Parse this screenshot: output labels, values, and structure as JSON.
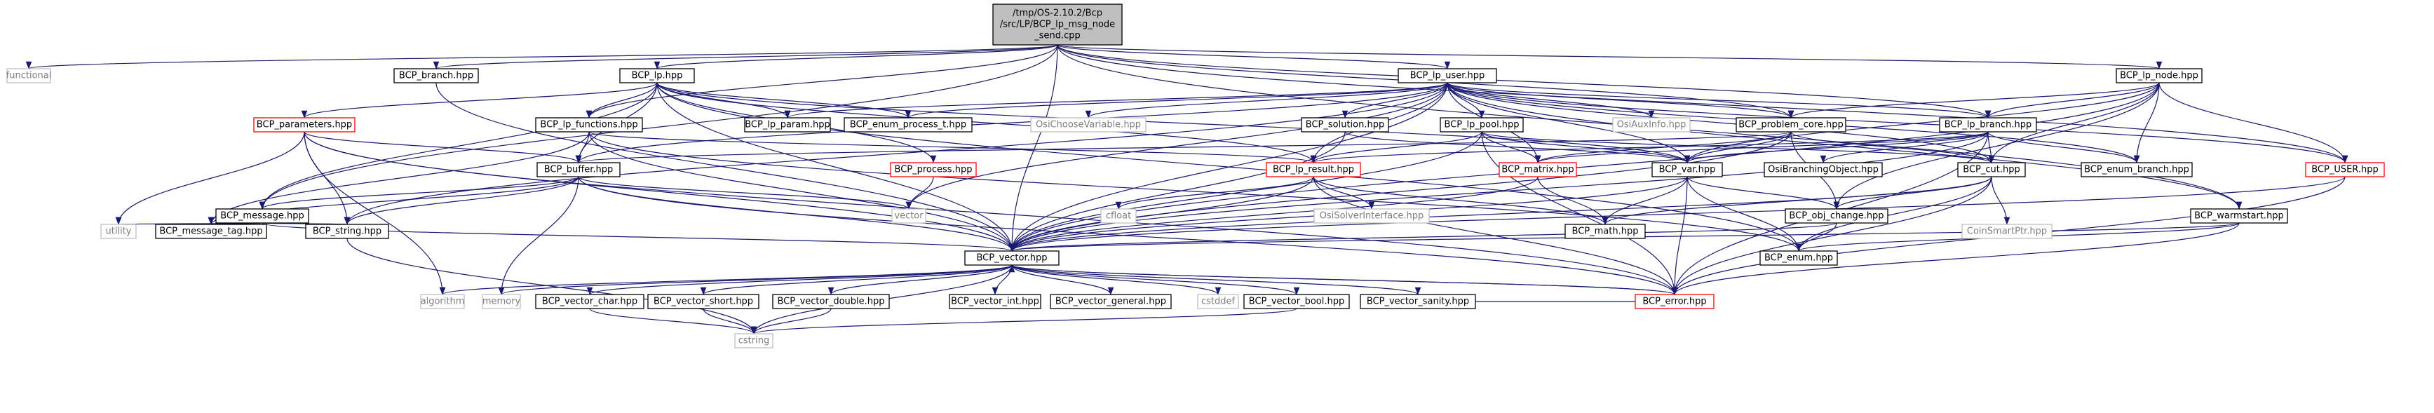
{
  "graph": {
    "colors": {
      "edge": "#191970",
      "edge_root": "#1c1c60",
      "box_normal": "#000000",
      "box_missing": "#bfbfbf",
      "box_redlink": "#ff0000",
      "root_fill": "#bfbfbf",
      "text_normal": "#000000",
      "text_missing": "#7f7f7f"
    },
    "nodes": [
      {
        "id": "root",
        "lines": [
          "/tmp/OS-2.10.2/Bcp",
          "/src/LP/BCP_lp_msg_node",
          "_send.cpp"
        ],
        "kind": "root"
      },
      {
        "id": "functional",
        "lines": [
          "functional"
        ],
        "kind": "missing"
      },
      {
        "id": "bcp_branch",
        "lines": [
          "BCP_branch.hpp"
        ],
        "kind": "normal"
      },
      {
        "id": "bcp_lp",
        "lines": [
          "BCP_lp.hpp"
        ],
        "kind": "normal"
      },
      {
        "id": "bcp_lp_user",
        "lines": [
          "BCP_lp_user.hpp"
        ],
        "kind": "normal"
      },
      {
        "id": "bcp_lp_node",
        "lines": [
          "BCP_lp_node.hpp"
        ],
        "kind": "normal"
      },
      {
        "id": "bcp_parameters",
        "lines": [
          "BCP_parameters.hpp"
        ],
        "kind": "red"
      },
      {
        "id": "bcp_lp_functions",
        "lines": [
          "BCP_lp_functions.hpp"
        ],
        "kind": "normal"
      },
      {
        "id": "bcp_lp_param",
        "lines": [
          "BCP_lp_param.hpp"
        ],
        "kind": "normal"
      },
      {
        "id": "bcp_enum_process_t",
        "lines": [
          "BCP_enum_process_t.hpp"
        ],
        "kind": "normal"
      },
      {
        "id": "osichoosevariable",
        "lines": [
          "OsiChooseVariable.hpp"
        ],
        "kind": "missing"
      },
      {
        "id": "bcp_solution",
        "lines": [
          "BCP_solution.hpp"
        ],
        "kind": "normal"
      },
      {
        "id": "bcp_lp_pool",
        "lines": [
          "BCP_lp_pool.hpp"
        ],
        "kind": "normal"
      },
      {
        "id": "osiauxinfo",
        "lines": [
          "OsiAuxInfo.hpp"
        ],
        "kind": "missing"
      },
      {
        "id": "bcp_problem_core",
        "lines": [
          "BCP_problem_core.hpp"
        ],
        "kind": "normal"
      },
      {
        "id": "bcp_lp_branch",
        "lines": [
          "BCP_lp_branch.hpp"
        ],
        "kind": "normal"
      },
      {
        "id": "bcp_buffer",
        "lines": [
          "BCP_buffer.hpp"
        ],
        "kind": "normal"
      },
      {
        "id": "bcp_process",
        "lines": [
          "BCP_process.hpp"
        ],
        "kind": "red"
      },
      {
        "id": "bcp_lp_result",
        "lines": [
          "BCP_lp_result.hpp"
        ],
        "kind": "red"
      },
      {
        "id": "bcp_matrix",
        "lines": [
          "BCP_matrix.hpp"
        ],
        "kind": "red"
      },
      {
        "id": "bcp_var",
        "lines": [
          "BCP_var.hpp"
        ],
        "kind": "normal"
      },
      {
        "id": "osibranchingobject",
        "lines": [
          "OsiBranchingObject.hpp"
        ],
        "kind": "normal"
      },
      {
        "id": "bcp_cut",
        "lines": [
          "BCP_cut.hpp"
        ],
        "kind": "normal"
      },
      {
        "id": "bcp_enum_branch",
        "lines": [
          "BCP_enum_branch.hpp"
        ],
        "kind": "normal"
      },
      {
        "id": "bcp_user",
        "lines": [
          "BCP_USER.hpp"
        ],
        "kind": "red"
      },
      {
        "id": "bcp_message",
        "lines": [
          "BCP_message.hpp"
        ],
        "kind": "normal"
      },
      {
        "id": "vector",
        "lines": [
          "vector"
        ],
        "kind": "missing"
      },
      {
        "id": "cfloat",
        "lines": [
          "cfloat"
        ],
        "kind": "missing"
      },
      {
        "id": "osisolverinterface",
        "lines": [
          "OsiSolverInterface.hpp"
        ],
        "kind": "missing"
      },
      {
        "id": "bcp_math",
        "lines": [
          "BCP_math.hpp"
        ],
        "kind": "normal"
      },
      {
        "id": "bcp_obj_change",
        "lines": [
          "BCP_obj_change.hpp"
        ],
        "kind": "normal"
      },
      {
        "id": "coinsmartptr",
        "lines": [
          "CoinSmartPtr.hpp"
        ],
        "kind": "missing"
      },
      {
        "id": "bcp_warmstart",
        "lines": [
          "BCP_warmstart.hpp"
        ],
        "kind": "normal"
      },
      {
        "id": "utility",
        "lines": [
          "utility"
        ],
        "kind": "missing"
      },
      {
        "id": "bcp_message_tag",
        "lines": [
          "BCP_message_tag.hpp"
        ],
        "kind": "normal"
      },
      {
        "id": "bcp_string",
        "lines": [
          "BCP_string.hpp"
        ],
        "kind": "normal"
      },
      {
        "id": "bcp_vector",
        "lines": [
          "BCP_vector.hpp"
        ],
        "kind": "normal"
      },
      {
        "id": "bcp_enum",
        "lines": [
          "BCP_enum.hpp"
        ],
        "kind": "normal"
      },
      {
        "id": "algorithm",
        "lines": [
          "algorithm"
        ],
        "kind": "missing"
      },
      {
        "id": "memory",
        "lines": [
          "memory"
        ],
        "kind": "missing"
      },
      {
        "id": "bcp_vector_char",
        "lines": [
          "BCP_vector_char.hpp"
        ],
        "kind": "normal"
      },
      {
        "id": "bcp_vector_short",
        "lines": [
          "BCP_vector_short.hpp"
        ],
        "kind": "normal"
      },
      {
        "id": "bcp_vector_double",
        "lines": [
          "BCP_vector_double.hpp"
        ],
        "kind": "normal"
      },
      {
        "id": "bcp_vector_int",
        "lines": [
          "BCP_vector_int.hpp"
        ],
        "kind": "normal"
      },
      {
        "id": "bcp_vector_general",
        "lines": [
          "BCP_vector_general.hpp"
        ],
        "kind": "normal"
      },
      {
        "id": "cstddef",
        "lines": [
          "cstddef"
        ],
        "kind": "missing"
      },
      {
        "id": "bcp_vector_bool",
        "lines": [
          "BCP_vector_bool.hpp"
        ],
        "kind": "normal"
      },
      {
        "id": "bcp_vector_sanity",
        "lines": [
          "BCP_vector_sanity.hpp"
        ],
        "kind": "normal"
      },
      {
        "id": "bcp_error",
        "lines": [
          "BCP_error.hpp"
        ],
        "kind": "red"
      },
      {
        "id": "cstring",
        "lines": [
          "cstring"
        ],
        "kind": "missing"
      }
    ],
    "edges": [
      [
        "root",
        "functional"
      ],
      [
        "root",
        "bcp_branch"
      ],
      [
        "root",
        "bcp_lp"
      ],
      [
        "root",
        "bcp_lp_user"
      ],
      [
        "root",
        "bcp_lp_node"
      ],
      [
        "root",
        "bcp_message"
      ],
      [
        "root",
        "bcp_vector"
      ],
      [
        "root",
        "bcp_user"
      ],
      [
        "root",
        "bcp_warmstart"
      ],
      [
        "root",
        "bcp_lp_functions"
      ],
      [
        "root",
        "bcp_lp_branch"
      ],
      [
        "root",
        "bcp_problem_core"
      ],
      [
        "bcp_branch",
        "bcp_vector"
      ],
      [
        "bcp_lp",
        "bcp_parameters"
      ],
      [
        "bcp_lp",
        "bcp_lp_functions"
      ],
      [
        "bcp_lp",
        "bcp_lp_param"
      ],
      [
        "bcp_lp",
        "bcp_enum_process_t"
      ],
      [
        "bcp_lp",
        "bcp_buffer"
      ],
      [
        "bcp_lp",
        "bcp_process"
      ],
      [
        "bcp_lp",
        "bcp_lp_result"
      ],
      [
        "bcp_lp",
        "bcp_var"
      ],
      [
        "bcp_lp",
        "bcp_vector"
      ],
      [
        "bcp_lp",
        "bcp_enum"
      ],
      [
        "bcp_lp",
        "bcp_message"
      ],
      [
        "bcp_lp_user",
        "bcp_lp_param"
      ],
      [
        "bcp_lp_user",
        "bcp_enum_process_t"
      ],
      [
        "bcp_lp_user",
        "osichoosevariable"
      ],
      [
        "bcp_lp_user",
        "bcp_solution"
      ],
      [
        "bcp_lp_user",
        "bcp_lp_pool"
      ],
      [
        "bcp_lp_user",
        "osiauxinfo"
      ],
      [
        "bcp_lp_user",
        "bcp_problem_core"
      ],
      [
        "bcp_lp_user",
        "bcp_lp_branch"
      ],
      [
        "bcp_lp_user",
        "bcp_buffer"
      ],
      [
        "bcp_lp_user",
        "bcp_lp_result"
      ],
      [
        "bcp_lp_user",
        "bcp_matrix"
      ],
      [
        "bcp_lp_user",
        "bcp_var"
      ],
      [
        "bcp_lp_user",
        "bcp_cut"
      ],
      [
        "bcp_lp_user",
        "bcp_enum_branch"
      ],
      [
        "bcp_lp_user",
        "bcp_user"
      ],
      [
        "bcp_lp_user",
        "bcp_warmstart"
      ],
      [
        "bcp_lp_user",
        "vector"
      ],
      [
        "bcp_lp_user",
        "bcp_vector"
      ],
      [
        "bcp_lp_user",
        "bcp_string"
      ],
      [
        "bcp_lp_node",
        "bcp_problem_core"
      ],
      [
        "bcp_lp_node",
        "bcp_lp_branch"
      ],
      [
        "bcp_lp_node",
        "bcp_cut"
      ],
      [
        "bcp_lp_node",
        "bcp_var"
      ],
      [
        "bcp_lp_node",
        "bcp_enum_branch"
      ],
      [
        "bcp_lp_node",
        "bcp_user"
      ],
      [
        "bcp_lp_node",
        "bcp_obj_change"
      ],
      [
        "bcp_lp_node",
        "bcp_vector"
      ],
      [
        "bcp_parameters",
        "utility"
      ],
      [
        "bcp_parameters",
        "algorithm"
      ],
      [
        "bcp_parameters",
        "bcp_string"
      ],
      [
        "bcp_parameters",
        "bcp_buffer"
      ],
      [
        "bcp_parameters",
        "bcp_vector"
      ],
      [
        "bcp_parameters",
        "bcp_error"
      ],
      [
        "bcp_lp_functions",
        "bcp_buffer"
      ],
      [
        "bcp_lp_functions",
        "bcp_message_tag"
      ],
      [
        "bcp_lp_functions",
        "bcp_vector"
      ],
      [
        "bcp_lp_functions",
        "bcp_enum"
      ],
      [
        "bcp_lp_functions",
        "bcp_lp_result"
      ],
      [
        "bcp_solution",
        "bcp_vector"
      ],
      [
        "bcp_solution",
        "bcp_var"
      ],
      [
        "bcp_lp_pool",
        "bcp_lp_result"
      ],
      [
        "bcp_lp_pool",
        "bcp_matrix"
      ],
      [
        "bcp_lp_pool",
        "bcp_var"
      ],
      [
        "bcp_lp_pool",
        "bcp_cut"
      ],
      [
        "bcp_lp_pool",
        "bcp_error"
      ],
      [
        "bcp_lp_pool",
        "bcp_vector"
      ],
      [
        "bcp_problem_core",
        "bcp_buffer"
      ],
      [
        "bcp_problem_core",
        "bcp_matrix"
      ],
      [
        "bcp_problem_core",
        "bcp_obj_change"
      ],
      [
        "bcp_problem_core",
        "bcp_vector"
      ],
      [
        "bcp_problem_core",
        "bcp_var"
      ],
      [
        "bcp_problem_core",
        "bcp_cut"
      ],
      [
        "bcp_lp_branch",
        "osibranchingobject"
      ],
      [
        "bcp_lp_branch",
        "bcp_cut"
      ],
      [
        "bcp_lp_branch",
        "bcp_var"
      ],
      [
        "bcp_lp_branch",
        "bcp_matrix"
      ],
      [
        "bcp_lp_branch",
        "bcp_enum_branch"
      ],
      [
        "bcp_lp_branch",
        "bcp_vector"
      ],
      [
        "bcp_lp_branch",
        "bcp_error"
      ],
      [
        "bcp_lp_branch",
        "bcp_lp_result"
      ],
      [
        "bcp_buffer",
        "bcp_message"
      ],
      [
        "bcp_buffer",
        "bcp_message_tag"
      ],
      [
        "bcp_buffer",
        "bcp_string"
      ],
      [
        "bcp_buffer",
        "memory"
      ],
      [
        "bcp_buffer",
        "bcp_vector"
      ],
      [
        "bcp_buffer",
        "bcp_error"
      ],
      [
        "bcp_buffer",
        "vector"
      ],
      [
        "bcp_process",
        "vector"
      ],
      [
        "bcp_lp_result",
        "cfloat"
      ],
      [
        "bcp_lp_result",
        "osisolverinterface"
      ],
      [
        "bcp_lp_result",
        "bcp_math"
      ],
      [
        "bcp_lp_result",
        "bcp_vector"
      ],
      [
        "bcp_lp_result",
        "bcp_error"
      ],
      [
        "bcp_matrix",
        "bcp_math"
      ],
      [
        "bcp_matrix",
        "bcp_vector"
      ],
      [
        "bcp_var",
        "bcp_math"
      ],
      [
        "bcp_var",
        "bcp_enum"
      ],
      [
        "bcp_var",
        "bcp_vector"
      ],
      [
        "bcp_var",
        "bcp_error"
      ],
      [
        "bcp_var",
        "bcp_obj_change"
      ],
      [
        "bcp_cut",
        "bcp_math"
      ],
      [
        "bcp_cut",
        "bcp_enum"
      ],
      [
        "bcp_cut",
        "coinsmartptr"
      ],
      [
        "bcp_cut",
        "bcp_obj_change"
      ],
      [
        "bcp_cut",
        "bcp_vector"
      ],
      [
        "bcp_cut",
        "bcp_error"
      ],
      [
        "bcp_user",
        "bcp_vector"
      ],
      [
        "bcp_user",
        "bcp_error"
      ],
      [
        "bcp_message",
        "utility"
      ],
      [
        "bcp_message",
        "bcp_message_tag"
      ],
      [
        "bcp_message",
        "bcp_string"
      ],
      [
        "bcp_message",
        "bcp_vector"
      ],
      [
        "bcp_obj_change",
        "bcp_enum"
      ],
      [
        "bcp_obj_change",
        "bcp_vector"
      ],
      [
        "bcp_warmstart",
        "bcp_vector"
      ],
      [
        "bcp_warmstart",
        "bcp_enum"
      ],
      [
        "bcp_warmstart",
        "bcp_error"
      ],
      [
        "bcp_string",
        "cstring"
      ],
      [
        "bcp_vector",
        "algorithm"
      ],
      [
        "bcp_vector",
        "memory"
      ],
      [
        "bcp_vector",
        "bcp_vector_char"
      ],
      [
        "bcp_vector",
        "bcp_vector_short"
      ],
      [
        "bcp_vector",
        "bcp_vector_double"
      ],
      [
        "bcp_vector",
        "bcp_vector_int"
      ],
      [
        "bcp_vector",
        "bcp_vector_general"
      ],
      [
        "bcp_vector",
        "cstddef"
      ],
      [
        "bcp_vector",
        "bcp_vector_bool"
      ],
      [
        "bcp_vector",
        "bcp_vector_sanity"
      ],
      [
        "bcp_vector",
        "bcp_error"
      ],
      [
        "bcp_vector",
        "cstring"
      ],
      [
        "bcp_vector_char",
        "cstring"
      ],
      [
        "bcp_vector_short",
        "cstring"
      ],
      [
        "bcp_vector_double",
        "cstring"
      ],
      [
        "bcp_vector_bool",
        "cstring"
      ],
      [
        "bcp_vector_sanity",
        "bcp_error"
      ],
      [
        "bcp_error",
        "bcp_vector"
      ]
    ]
  }
}
